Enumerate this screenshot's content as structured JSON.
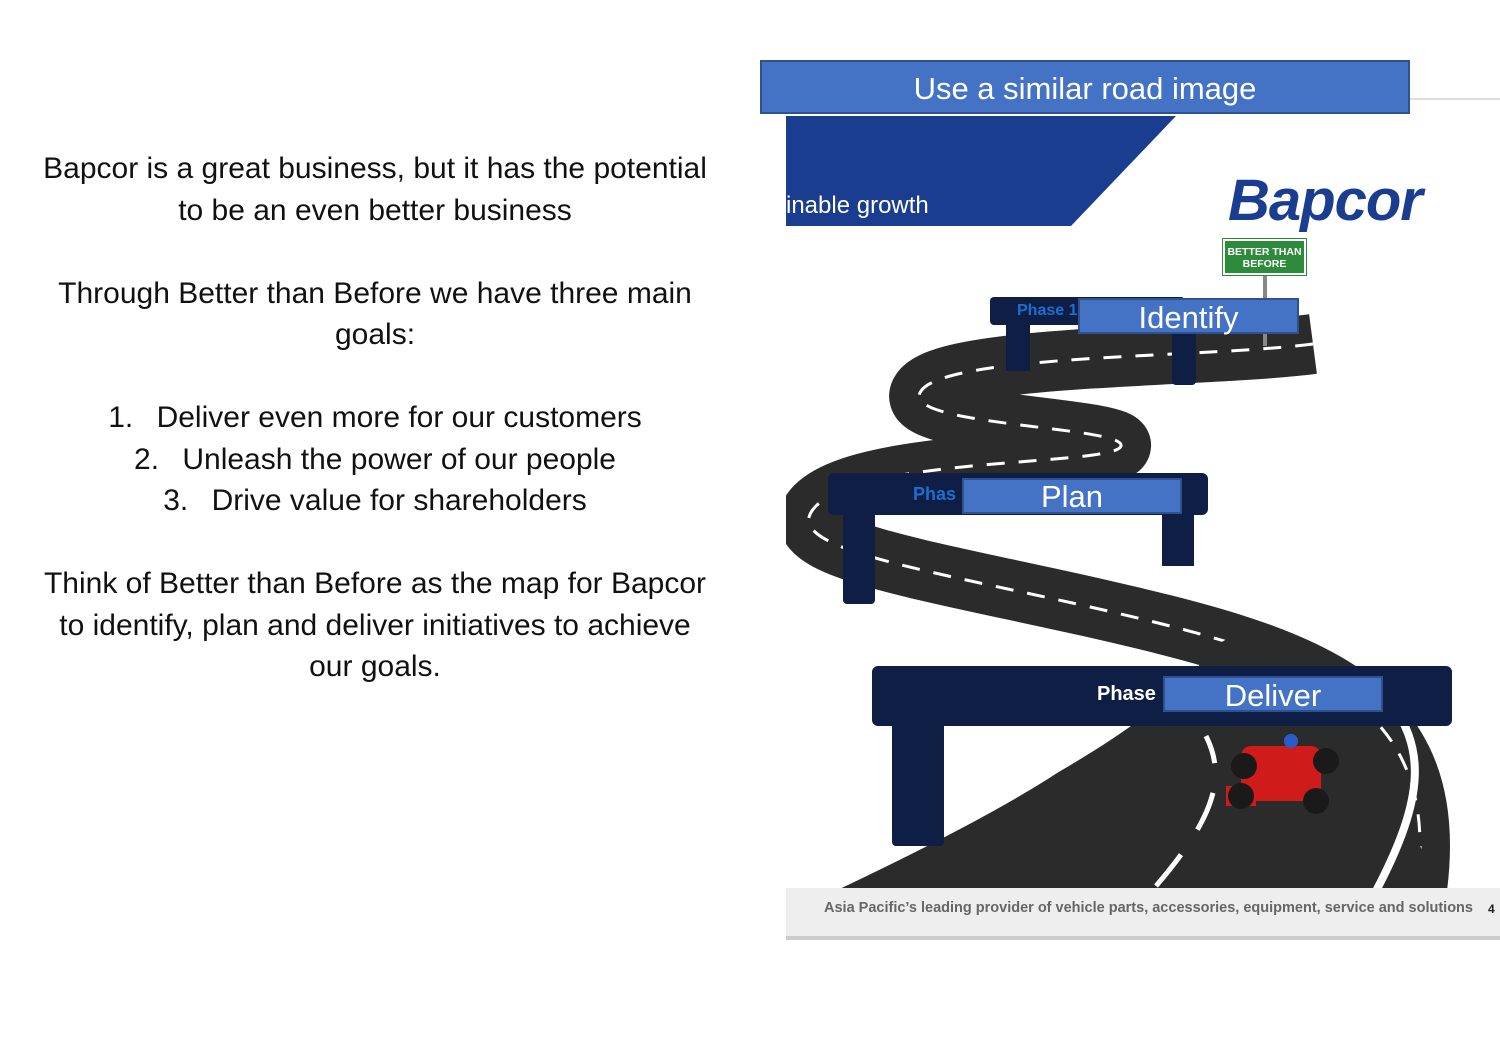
{
  "intro": {
    "line1": "Bapcor is a great business, but it has the potential",
    "line2": "to be an even better business",
    "goals_intro_1": "Through Better than Before we have three main",
    "goals_intro_2": "goals:",
    "goals": [
      {
        "num": "1.",
        "text": "Deliver even more for our customers"
      },
      {
        "num": "2.",
        "text": "Unleash the power of our people"
      },
      {
        "num": "3.",
        "text": "Drive value for shareholders"
      }
    ],
    "closing_1": "Think of Better than Before as the map for Bapcor",
    "closing_2": "to identify, plan and deliver initiatives to achieve",
    "closing_3": "our goals."
  },
  "slide": {
    "note": "Use a similar road image",
    "banner_text": "inable growth",
    "logo": "Bapcor",
    "sign_line1": "BETTER THAN",
    "sign_line2": "BEFORE",
    "phase1_label": "Phase 1",
    "phase2_label": "Phas",
    "phase3_label": "Phase",
    "step1": "Identify",
    "step2": "Plan",
    "step3": "Deliver",
    "footer": "Asia Pacific’s leading provider of vehicle parts, accessories, equipment, service and solutions",
    "page_number": "4"
  },
  "colors": {
    "note_blue": "#4472c4",
    "banner_navy": "#1a3d8f",
    "gantry_navy": "#0f1e45",
    "road": "#2a2a2a",
    "sign_green": "#2e8b3c"
  }
}
